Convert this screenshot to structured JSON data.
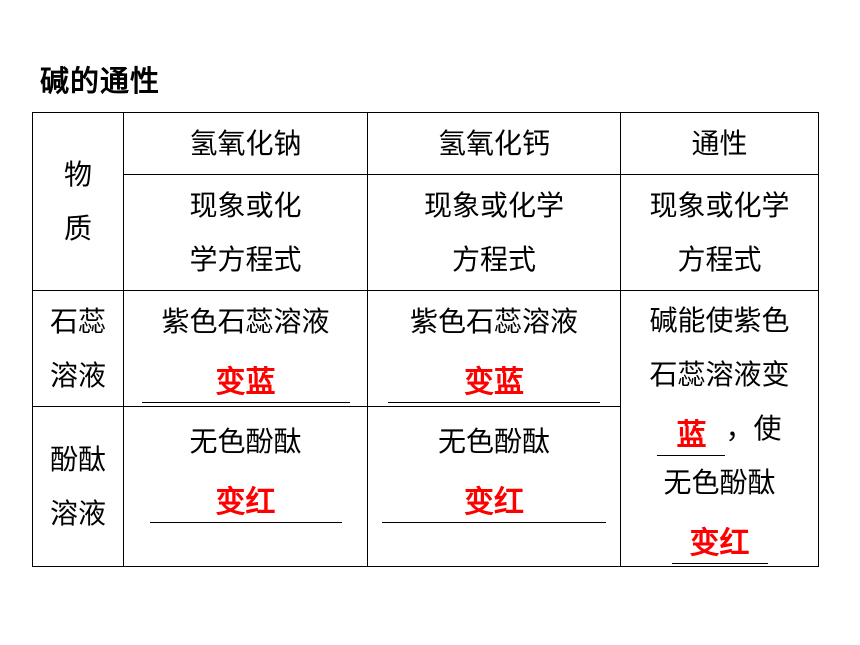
{
  "heading": "碱的通性",
  "table": {
    "substance_label_1": "物",
    "substance_label_2": "质",
    "col_naoh": "氢氧化钠",
    "col_caoh2": "氢氧化钙",
    "col_common": "通性",
    "sub_naoh_1": "现象或化",
    "sub_naoh_2": "学方程式",
    "sub_caoh2_1": "现象或化学",
    "sub_caoh2_2": "方程式",
    "sub_common_1": "现象或化学",
    "sub_common_2": "方程式",
    "row_litmus_1": "石蕊",
    "row_litmus_2": "溶液",
    "row_phenol_1": "酚酞",
    "row_phenol_2": "溶液",
    "litmus_naoh": "紫色石蕊溶液",
    "litmus_naoh_answer": "变蓝",
    "litmus_caoh2": "紫色石蕊溶液",
    "litmus_caoh2_answer": "变蓝",
    "phenol_naoh": "无色酚酞",
    "phenol_naoh_answer": "变红",
    "phenol_caoh2": "无色酚酞",
    "phenol_caoh2_answer": "变红",
    "common_line1": "碱能使紫色",
    "common_line2": "石蕊溶液变",
    "common_answer1": "蓝",
    "common_after1": "，使",
    "common_line4": "无色酚酞",
    "common_answer2": "变红"
  }
}
